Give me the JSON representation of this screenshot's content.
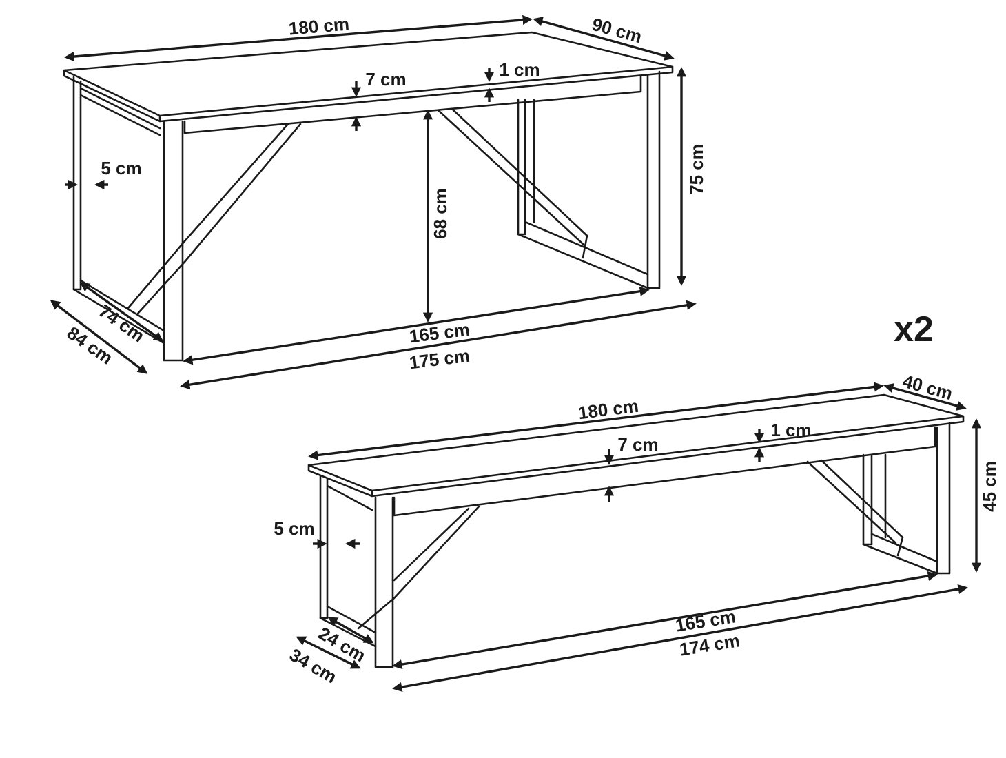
{
  "table": {
    "length_top": "180 cm",
    "depth_top": "90 cm",
    "apron_height": "7 cm",
    "top_thickness": "1 cm",
    "leg_width": "5 cm",
    "height": "75 cm",
    "clearance": "68 cm",
    "inner_depth": "74 cm",
    "outer_depth": "84 cm",
    "inner_length": "165 cm",
    "outer_length": "175 cm"
  },
  "quantity": "x2",
  "bench": {
    "length_top": "180 cm",
    "depth_top": "40 cm",
    "apron_height": "7 cm",
    "top_thickness": "1 cm",
    "leg_width": "5 cm",
    "height": "45 cm",
    "inner_depth": "24 cm",
    "outer_depth": "34 cm",
    "inner_length": "165 cm",
    "outer_length": "174 cm"
  }
}
